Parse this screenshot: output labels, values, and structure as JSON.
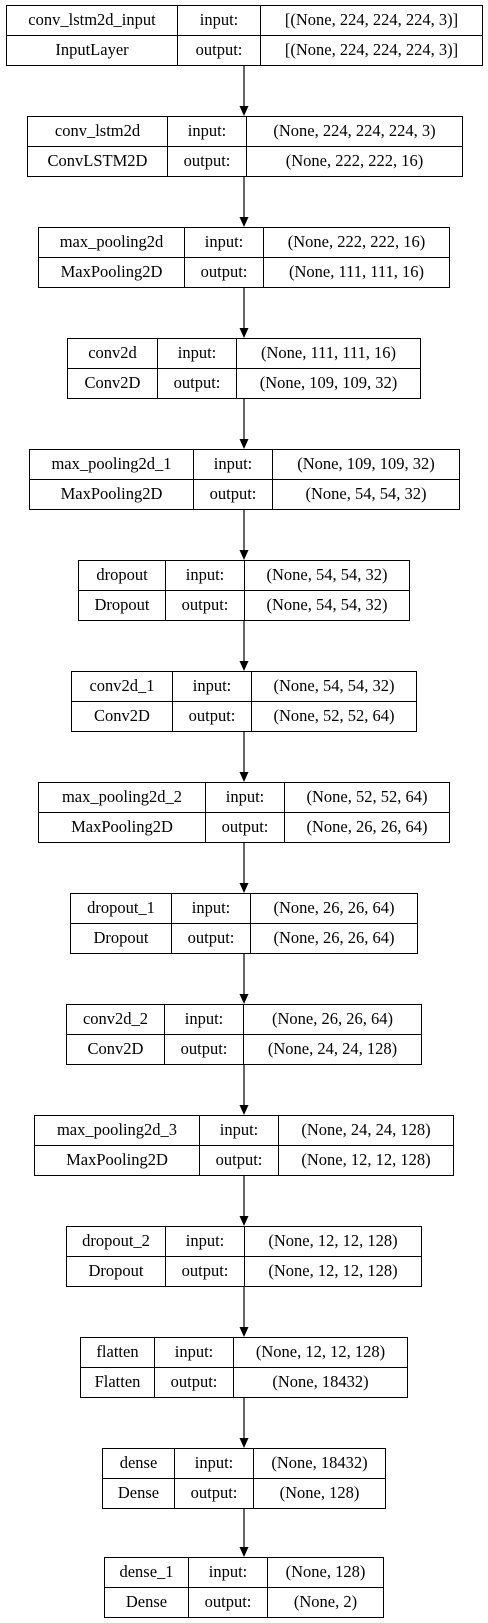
{
  "layers": [
    {
      "name": "conv_lstm2d_input",
      "type": "InputLayer",
      "input_label": "input:",
      "output_label": "output:",
      "input_shape": "[(None, 224, 224, 224, 3)]",
      "output_shape": "[(None, 224, 224, 224, 3)]"
    },
    {
      "name": "conv_lstm2d",
      "type": "ConvLSTM2D",
      "input_label": "input:",
      "output_label": "output:",
      "input_shape": "(None, 224, 224, 224, 3)",
      "output_shape": "(None, 222, 222, 16)"
    },
    {
      "name": "max_pooling2d",
      "type": "MaxPooling2D",
      "input_label": "input:",
      "output_label": "output:",
      "input_shape": "(None, 222, 222, 16)",
      "output_shape": "(None, 111, 111, 16)"
    },
    {
      "name": "conv2d",
      "type": "Conv2D",
      "input_label": "input:",
      "output_label": "output:",
      "input_shape": "(None, 111, 111, 16)",
      "output_shape": "(None, 109, 109, 32)"
    },
    {
      "name": "max_pooling2d_1",
      "type": "MaxPooling2D",
      "input_label": "input:",
      "output_label": "output:",
      "input_shape": "(None, 109, 109, 32)",
      "output_shape": "(None, 54, 54, 32)"
    },
    {
      "name": "dropout",
      "type": "Dropout",
      "input_label": "input:",
      "output_label": "output:",
      "input_shape": "(None, 54, 54, 32)",
      "output_shape": "(None, 54, 54, 32)"
    },
    {
      "name": "conv2d_1",
      "type": "Conv2D",
      "input_label": "input:",
      "output_label": "output:",
      "input_shape": "(None, 54, 54, 32)",
      "output_shape": "(None, 52, 52, 64)"
    },
    {
      "name": "max_pooling2d_2",
      "type": "MaxPooling2D",
      "input_label": "input:",
      "output_label": "output:",
      "input_shape": "(None, 52, 52, 64)",
      "output_shape": "(None, 26, 26, 64)"
    },
    {
      "name": "dropout_1",
      "type": "Dropout",
      "input_label": "input:",
      "output_label": "output:",
      "input_shape": "(None, 26, 26, 64)",
      "output_shape": "(None, 26, 26, 64)"
    },
    {
      "name": "conv2d_2",
      "type": "Conv2D",
      "input_label": "input:",
      "output_label": "output:",
      "input_shape": "(None, 26, 26, 64)",
      "output_shape": "(None, 24, 24, 128)"
    },
    {
      "name": "max_pooling2d_3",
      "type": "MaxPooling2D",
      "input_label": "input:",
      "output_label": "output:",
      "input_shape": "(None, 24, 24, 128)",
      "output_shape": "(None, 12, 12, 128)"
    },
    {
      "name": "dropout_2",
      "type": "Dropout",
      "input_label": "input:",
      "output_label": "output:",
      "input_shape": "(None, 12, 12, 128)",
      "output_shape": "(None, 12, 12, 128)"
    },
    {
      "name": "flatten",
      "type": "Flatten",
      "input_label": "input:",
      "output_label": "output:",
      "input_shape": "(None, 12, 12, 128)",
      "output_shape": "(None, 18432)"
    },
    {
      "name": "dense",
      "type": "Dense",
      "input_label": "input:",
      "output_label": "output:",
      "input_shape": "(None, 18432)",
      "output_shape": "(None, 128)"
    },
    {
      "name": "dense_1",
      "type": "Dense",
      "input_label": "input:",
      "output_label": "output:",
      "input_shape": "(None, 128)",
      "output_shape": "(None, 2)"
    }
  ]
}
